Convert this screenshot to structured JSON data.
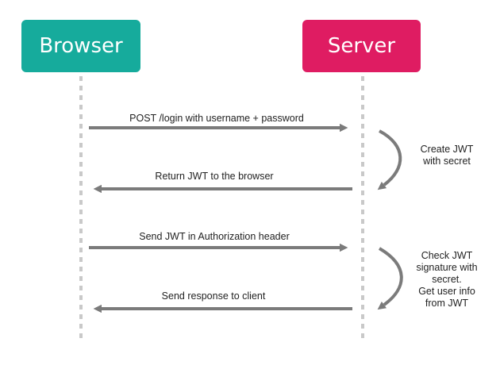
{
  "colors": {
    "browser": "#16ab9c",
    "server": "#df1c62",
    "lifeline": "#c9c9c9",
    "arrow": "#7b7b7b",
    "text": "#222222"
  },
  "actors": {
    "browser": {
      "label": "Browser"
    },
    "server": {
      "label": "Server"
    }
  },
  "messages": [
    {
      "label": "POST /login with username + password",
      "direction": "to-server"
    },
    {
      "label": "Return JWT to the browser",
      "direction": "to-browser"
    },
    {
      "label": "Send JWT in Authorization header",
      "direction": "to-server"
    },
    {
      "label": "Send response to client",
      "direction": "to-browser"
    }
  ],
  "notes": [
    {
      "text": "Create JWT\nwith secret"
    },
    {
      "text": "Check JWT\nsignature with\nsecret.\nGet user info\nfrom JWT"
    }
  ]
}
